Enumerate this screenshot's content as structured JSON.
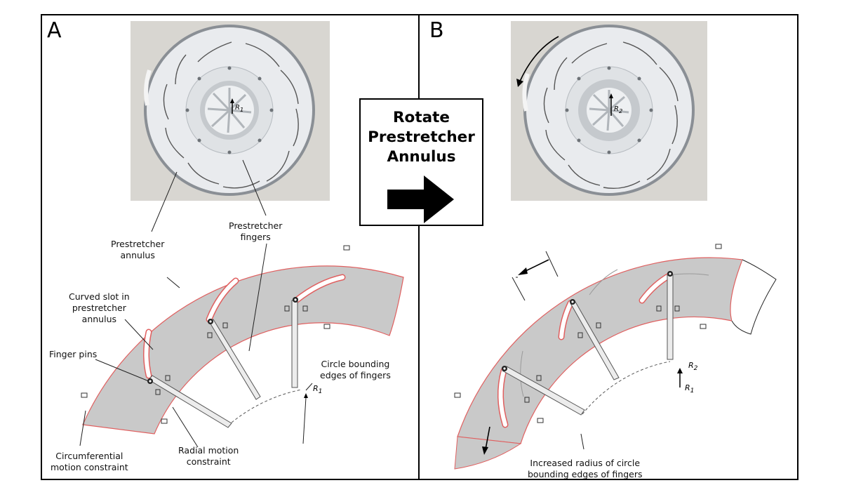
{
  "panel_a": {
    "letter": "A",
    "labels": {
      "prestretcher_annulus": [
        "Prestretcher",
        "annulus"
      ],
      "prestretcher_fingers": [
        "Prestretcher",
        "fingers"
      ],
      "curved_slot": [
        "Curved slot in",
        "prestretcher",
        "annulus"
      ],
      "finger_pins": "Finger pins",
      "circle_bounding": [
        "Circle bounding",
        "edges of fingers"
      ],
      "circumferential": [
        "Circumferential",
        "motion constraint"
      ],
      "radial": [
        "Radial motion",
        "constraint"
      ],
      "r1": "R",
      "r1_sub": "1"
    }
  },
  "panel_b": {
    "letter": "B",
    "labels": {
      "increased_radius": [
        "Increased radius of circle",
        "bounding edges of fingers"
      ],
      "r2": "R",
      "r2_sub": "2",
      "r1": "R",
      "r1_sub": "1"
    }
  },
  "callout": {
    "lines": [
      "Rotate",
      "Prestretcher",
      "Annulus"
    ]
  },
  "colors": {
    "annulus_fill": "#c9c9c9",
    "annulus_edge": "#e06060",
    "slot_fill": "#ffffff",
    "photo_bg": "#d8d6d1",
    "plate": "#e9ebee"
  }
}
